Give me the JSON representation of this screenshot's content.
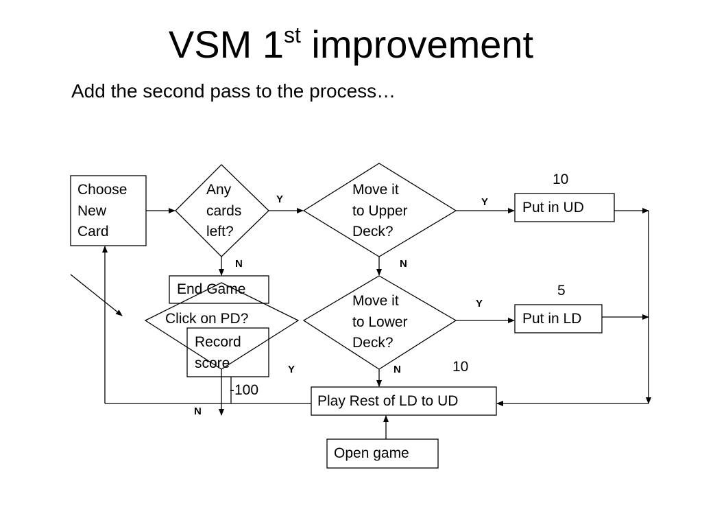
{
  "slide": {
    "title_main": "VSM 1",
    "title_sup": "st",
    "title_end": " improvement",
    "subtitle": "Add the second pass to the process…"
  },
  "nodes": {
    "choose_new_card": [
      "Choose",
      "New",
      "Card"
    ],
    "any_cards_left": [
      "Any",
      "cards",
      "left?"
    ],
    "move_upper": [
      "Move it",
      "to Upper",
      "Deck?"
    ],
    "put_ud": "Put in UD",
    "end_game": "End Game",
    "click_pd": "Click on PD?",
    "record_score": [
      "Record",
      "score"
    ],
    "move_lower": [
      "Move it",
      "to Lower",
      "Deck?"
    ],
    "put_ld": "Put in LD",
    "play_rest": "Play Rest of LD to UD",
    "open_game": "Open game"
  },
  "edge_labels": {
    "any_to_upper": "Y",
    "any_to_end": "N",
    "upper_to_ud": "Y",
    "upper_to_lower": "N",
    "lower_to_ld": "Y",
    "lower_to_play": "N",
    "pd_yes": "Y",
    "pd_no": "N"
  },
  "values": {
    "put_ud": "10",
    "put_ld": "5",
    "play_rest": "10",
    "record": "-100"
  }
}
